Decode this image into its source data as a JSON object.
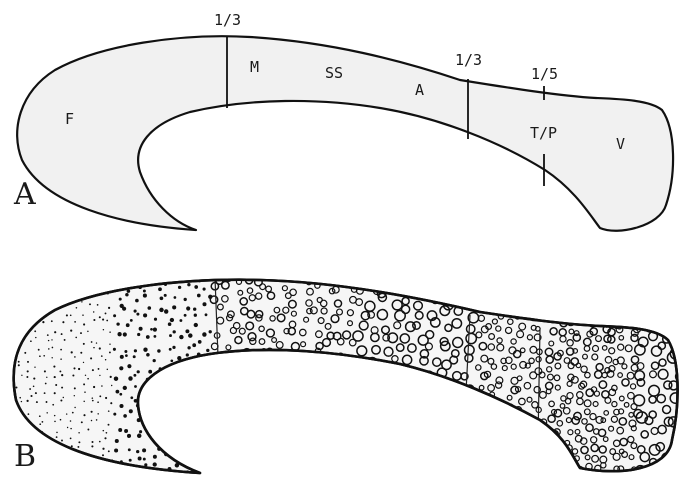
{
  "panel_a": {
    "panel_label": "A",
    "fractions": {
      "first": "1/3",
      "second": "1/3",
      "third": "1/5"
    },
    "regions": {
      "F": "F",
      "M": "M",
      "SS": "SS",
      "A": "A",
      "TP": "T/P",
      "V": "V"
    }
  },
  "panel_b": {
    "panel_label": "B"
  }
}
